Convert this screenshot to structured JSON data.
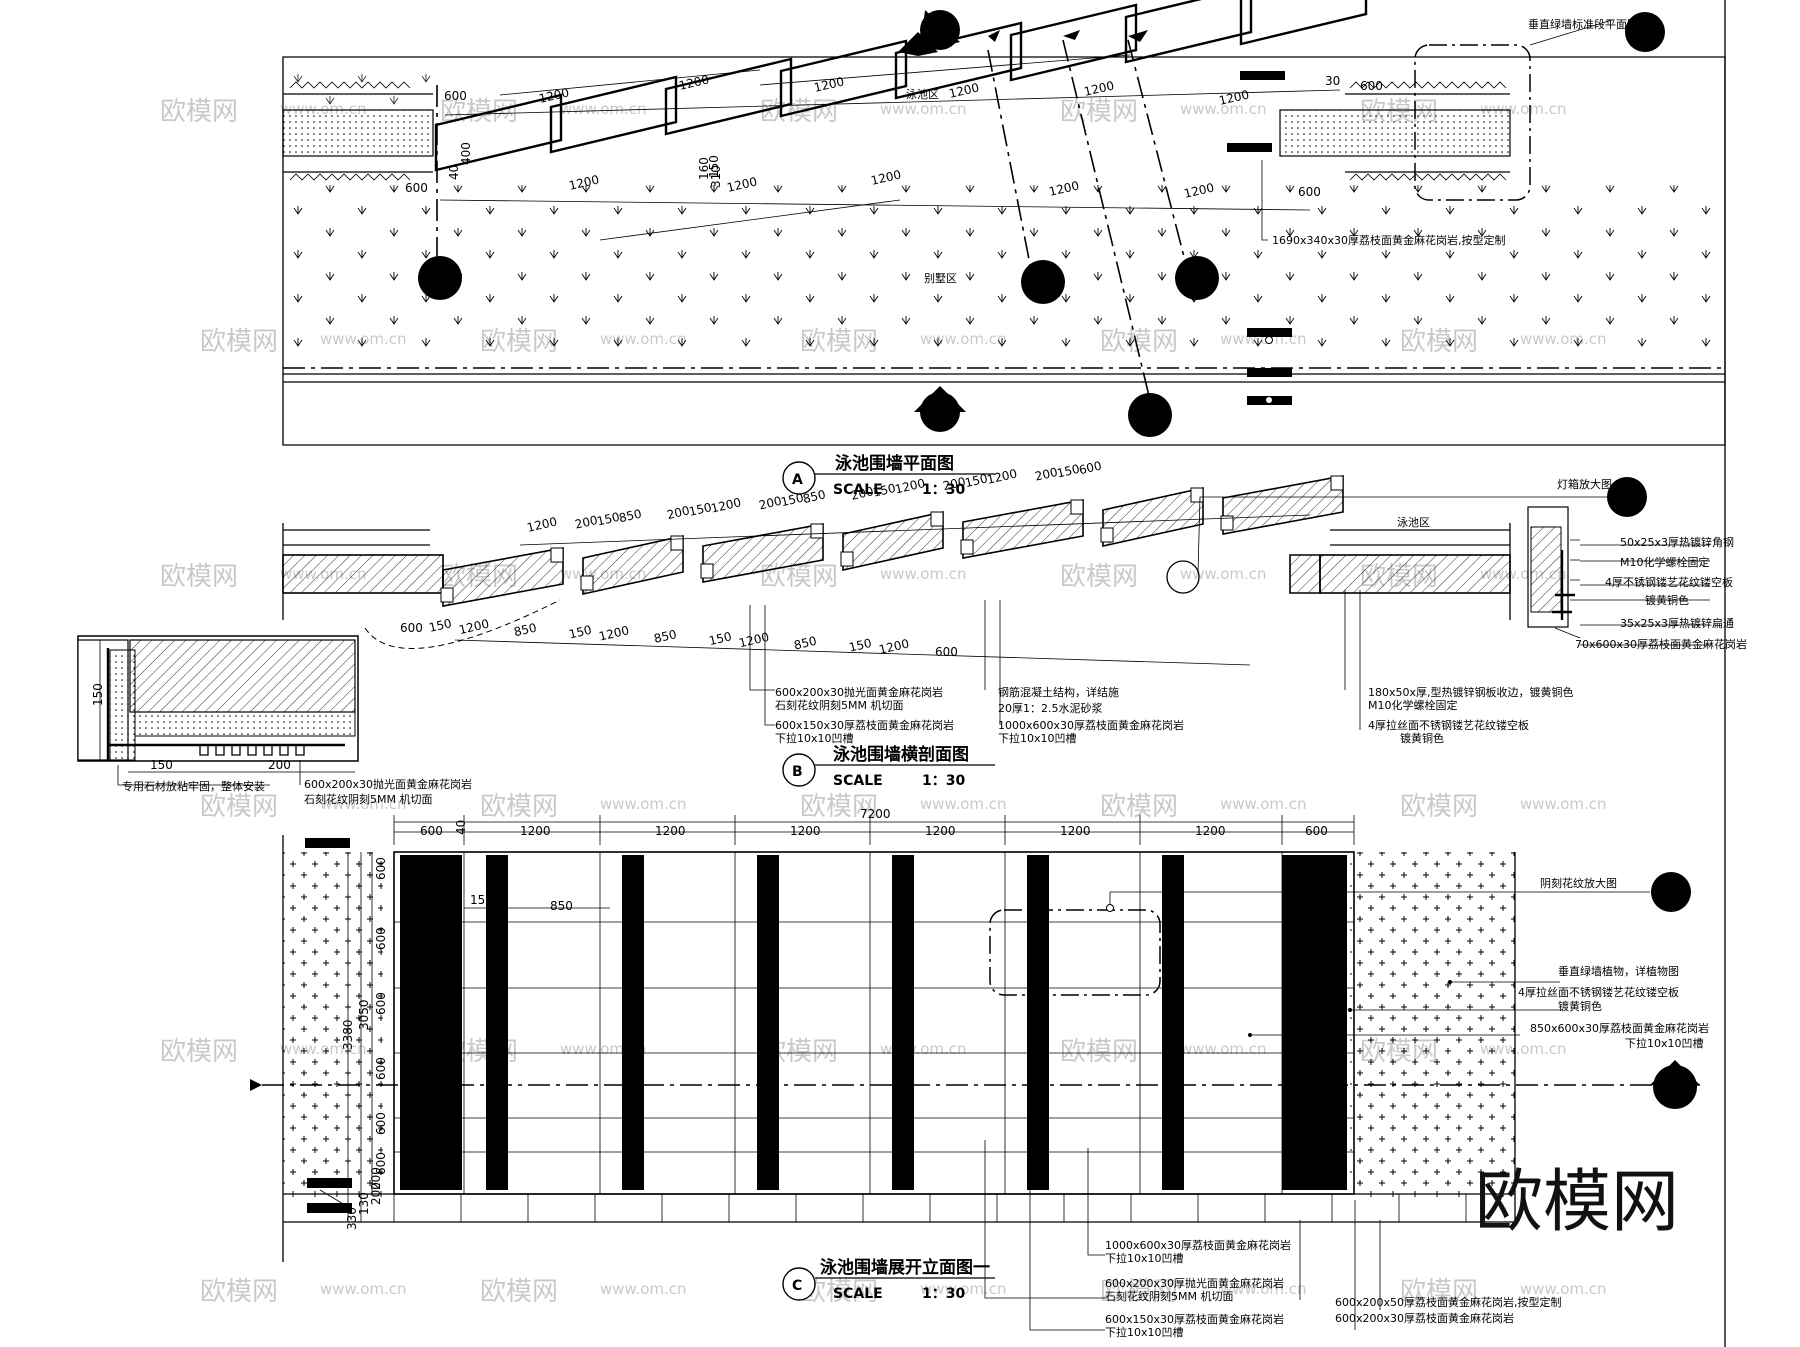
{
  "drawings": {
    "plan": {
      "marker": "A",
      "title": "泳池围墙平面图",
      "scale_label": "SCALE",
      "scale_value": "1：30",
      "zones": {
        "pool": "泳池区",
        "villa": "别墅区"
      },
      "callouts": {
        "green_wall_plan": "垂直绿墙标准段平面图",
        "stone_cap": "1690x340x30厚荔枝面黄金麻花岗岩,按型定制"
      },
      "dims_upper": [
        "600",
        "1200",
        "1200",
        "1200",
        "1200",
        "1200",
        "1200",
        "30",
        "600"
      ],
      "dims_lower": [
        "600",
        "1200",
        "1200",
        "1200",
        "1200",
        "1200",
        "600"
      ],
      "dims_small": [
        "400",
        "40",
        "310",
        "160",
        "150"
      ]
    },
    "section": {
      "marker": "B",
      "title": "泳池围墙横剖面图",
      "scale_label": "SCALE",
      "scale_value": "1：30",
      "zones": {
        "pool": "泳池区"
      },
      "callouts": {
        "lamp_detail": "灯箱放大图",
        "steel_50": "50x25x3厚热镀锌角钢",
        "m10_a": "M10化学螺栓固定",
        "ss_plate": "4厚不锈钢镂艺花纹镂空板",
        "plated": "镀黄铜色",
        "steel_35": "35x25x3厚热镀锌扁通",
        "stone_70": "70x600x30厚荔枝面黄金麻花岗岩",
        "stone_polished_1": "600x200x30抛光面黄金麻花岗岩",
        "stone_polished_2": "石刻花纹阴刻5MM  机切面",
        "stone_150_1": "600x150x30厚荔枝面黄金麻花岗岩",
        "stone_150_2": "下拉10x10凹槽",
        "concrete": "钢筋混凝土结构，详结施",
        "mortar": "20厚1：2.5水泥砂浆",
        "stone_1000_1": "1000x600x30厚荔枝面黄金麻花岗岩",
        "stone_1000_2": "下拉10x10凹槽",
        "steel_180_1": "180x50x厚,型热镀锌钢板收边，镀黄铜色",
        "steel_180_2": "M10化学螺栓固定",
        "ss_plate_2": "4厚拉丝面不锈钢镂艺花纹镂空板",
        "plated_2": "镀黄铜色",
        "detail_note": "专用石材放粘牢固，整体安装",
        "detail_stone_1": "600x200x30抛光面黄金麻花岗岩",
        "detail_stone_2": "石刻花纹阴刻5MM  机切面"
      },
      "dims_upper": [
        "1200",
        "200",
        "150",
        "850",
        "200",
        "150",
        "1200",
        "200",
        "150",
        "850",
        "200",
        "150",
        "1200",
        "200",
        "150",
        "1200",
        "200",
        "150",
        "600"
      ],
      "dims_lower": [
        "600",
        "150",
        "1200",
        "850",
        "150",
        "1200",
        "850",
        "150",
        "1200",
        "850",
        "150",
        "1200",
        "600"
      ],
      "detail_dims": [
        "150",
        "150",
        "200"
      ]
    },
    "elevation": {
      "marker": "C",
      "title": "泳池围墙展开立面图一",
      "scale_label": "SCALE",
      "scale_value": "1：30",
      "callouts": {
        "carving_detail": "阴刻花纹放大图",
        "green_plant": "垂直绿墙植物，详植物图",
        "ss_plate": "4厚拉丝面不锈钢镂艺花纹镂空板",
        "plated": "镀黄铜色",
        "stone_850_1": "850x600x30厚荔枝面黄金麻花岗岩",
        "stone_850_2": "下拉10x10凹槽",
        "stone_1000_1": "1000x600x30厚荔枝面黄金麻花岗岩",
        "stone_1000_2": "下拉10x10凹槽",
        "stone_polished_1": "600x200x30厚抛光面黄金麻花岗岩",
        "stone_polished_2": "石刻花纹阴刻5MM  机切面",
        "stone_150_1": "600x150x30厚荔枝面黄金麻花岗岩",
        "stone_150_2": "下拉10x10凹槽",
        "stone_50_1": "600x200x50厚荔枝面黄金麻花岗岩,按型定制",
        "stone_50_2": "600x200x30厚荔枝面黄金麻花岗岩"
      },
      "total_width": "7200",
      "dims_top": [
        "600",
        "40",
        "1200",
        "1200",
        "1200",
        "1200",
        "1200",
        "1200",
        "600"
      ],
      "dims_inner": [
        "150",
        "850"
      ],
      "dims_vertical": [
        "600",
        "600",
        "600",
        "600",
        "600",
        "600"
      ],
      "dims_overall_v": [
        "3380",
        "3050",
        "200",
        "200",
        "130",
        "330"
      ]
    }
  },
  "watermarks": {
    "big": "欧模网",
    "small": "www.om.cn"
  }
}
